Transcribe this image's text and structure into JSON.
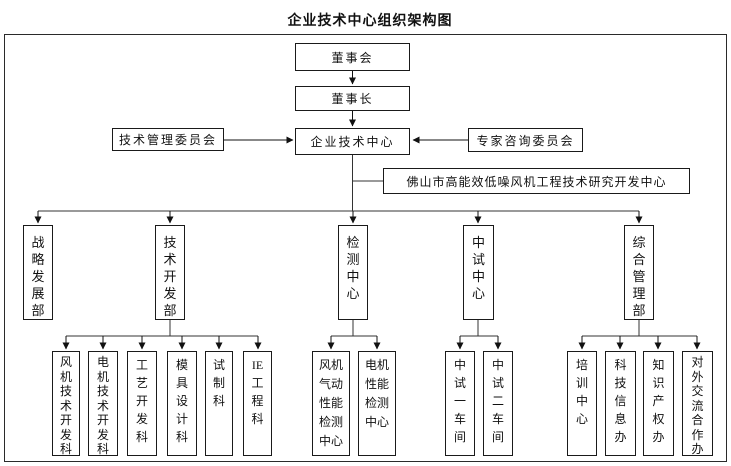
{
  "title": "企业技术中心组织架构图",
  "colors": {
    "line": "#222222",
    "box_border": "#1a1a1a",
    "box_fill": "#ffffff",
    "text": "#111111",
    "background": "#ffffff"
  },
  "top_chain": {
    "board": "董事会",
    "chairman": "董事长",
    "tech_center": "企业技术中心"
  },
  "committees": {
    "tech_mgmt": "技术管理委员会",
    "expert_advisory": "专家咨询委员会"
  },
  "research_center": "佛山市高能效低噪风机工程技术研究开发中心",
  "departments": {
    "strategy": {
      "label": "战略发展部"
    },
    "tech_dev": {
      "label": "技术开发部",
      "children": {
        "fan_tech": "风机技术开发科",
        "motor_tech": "电机技术开发科",
        "process": "工艺开发科",
        "mold": "模具设计科",
        "trial": "试制科",
        "ie": "IE工程科"
      }
    },
    "testing": {
      "label": "检测中心",
      "children": {
        "fan_aero": "风机气动性能检测中心",
        "motor_perf": "电机性能检测中心"
      }
    },
    "pilot": {
      "label": "中试中心",
      "children": {
        "workshop1": "中试一车间",
        "workshop2": "中试二车间"
      }
    },
    "general": {
      "label": "综合管理部",
      "children": {
        "training": "培训中心",
        "sci_info": "科技信息办",
        "ip": "知识产权办",
        "external": "对外交流合作办"
      }
    }
  }
}
